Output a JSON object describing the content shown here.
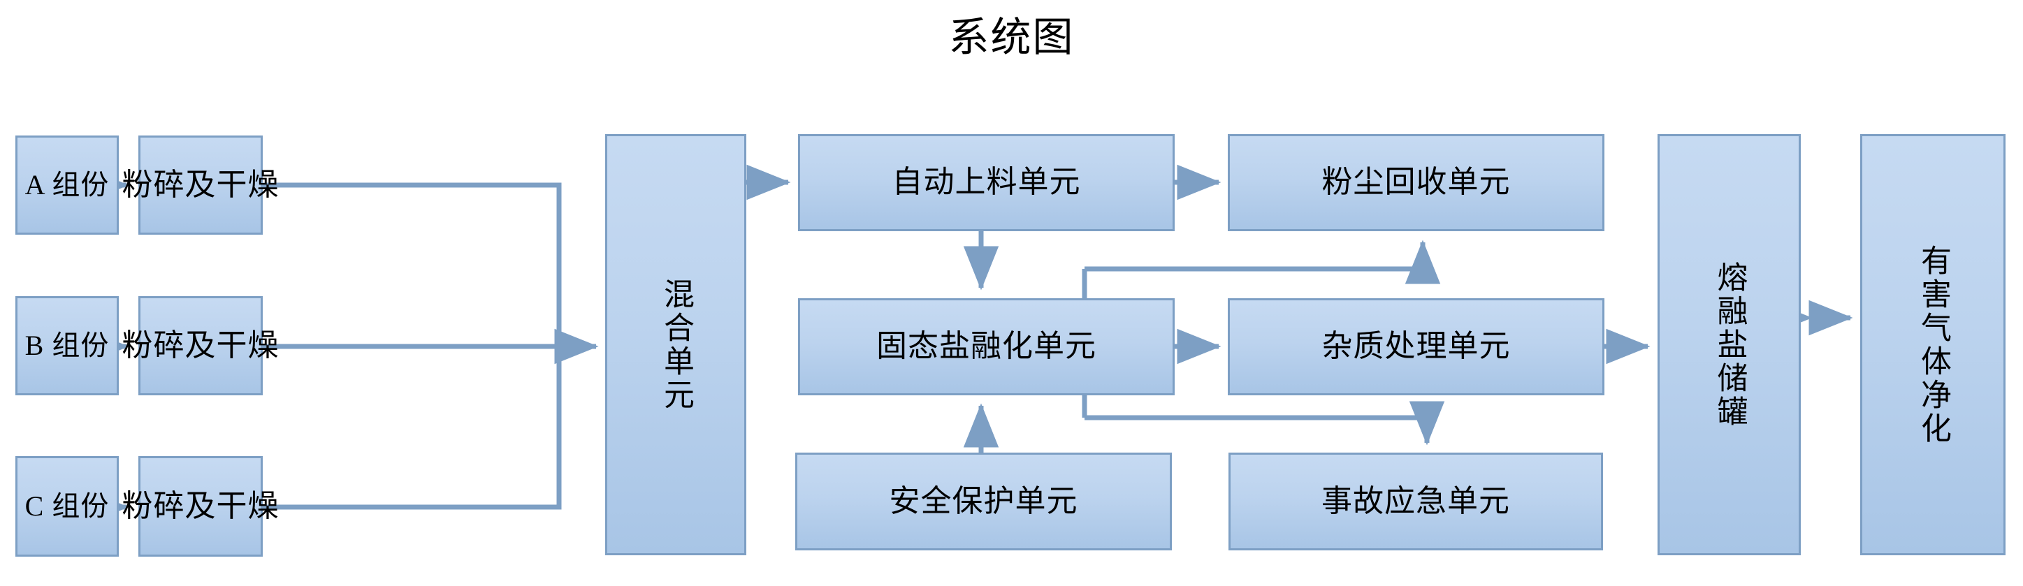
{
  "diagram": {
    "title": "系统图",
    "accent_color": "#7d9fc4",
    "fill_color_top": "#c6daf2",
    "fill_color_bottom": "#a8c5e6",
    "line_color": "#7d9fc4",
    "text_color": "#000000",
    "background": "#ffffff"
  },
  "nodes": {
    "comp_a": "A 组份",
    "comp_b": "B 组份",
    "comp_c": "C 组份",
    "crush_dry_a": "粉碎及干燥",
    "crush_dry_b": "粉碎及干燥",
    "crush_dry_c": "粉碎及干燥",
    "mixing_unit": "混合单元",
    "auto_feed_unit": "自动上料单元",
    "dust_recovery_unit": "粉尘回收单元",
    "solid_salt_melting_unit": "固态盐融化单元",
    "impurity_treatment_unit": "杂质处理单元",
    "safety_protection_unit": "安全保护单元",
    "accident_emergency_unit": "事故应急单元",
    "molten_salt_storage_tank": "熔融盐储罐",
    "harmful_gas_purification": "有害气体净化"
  },
  "edges": [
    {
      "from": "comp_a",
      "to": "crush_dry_a",
      "type": "arrow"
    },
    {
      "from": "comp_b",
      "to": "crush_dry_b",
      "type": "arrow"
    },
    {
      "from": "comp_c",
      "to": "crush_dry_c",
      "type": "arrow"
    },
    {
      "from": "crush_dry_a",
      "to": "mixing_unit",
      "type": "arrow"
    },
    {
      "from": "crush_dry_b",
      "to": "mixing_unit",
      "type": "arrow"
    },
    {
      "from": "crush_dry_c",
      "to": "mixing_unit",
      "type": "arrow"
    },
    {
      "from": "mixing_unit",
      "to": "auto_feed_unit",
      "type": "arrow"
    },
    {
      "from": "auto_feed_unit",
      "to": "dust_recovery_unit",
      "type": "arrow"
    },
    {
      "from": "auto_feed_unit",
      "to": "solid_salt_melting_unit",
      "type": "arrow"
    },
    {
      "from": "solid_salt_melting_unit",
      "to": "dust_recovery_unit",
      "type": "arrow"
    },
    {
      "from": "solid_salt_melting_unit",
      "to": "impurity_treatment_unit",
      "type": "arrow"
    },
    {
      "from": "solid_salt_melting_unit",
      "to": "accident_emergency_unit",
      "type": "arrow"
    },
    {
      "from": "safety_protection_unit",
      "to": "solid_salt_melting_unit",
      "type": "arrow"
    },
    {
      "from": "impurity_treatment_unit",
      "to": "molten_salt_storage_tank",
      "type": "arrow"
    },
    {
      "from": "molten_salt_storage_tank",
      "to": "harmful_gas_purification",
      "type": "double-arrow"
    }
  ]
}
